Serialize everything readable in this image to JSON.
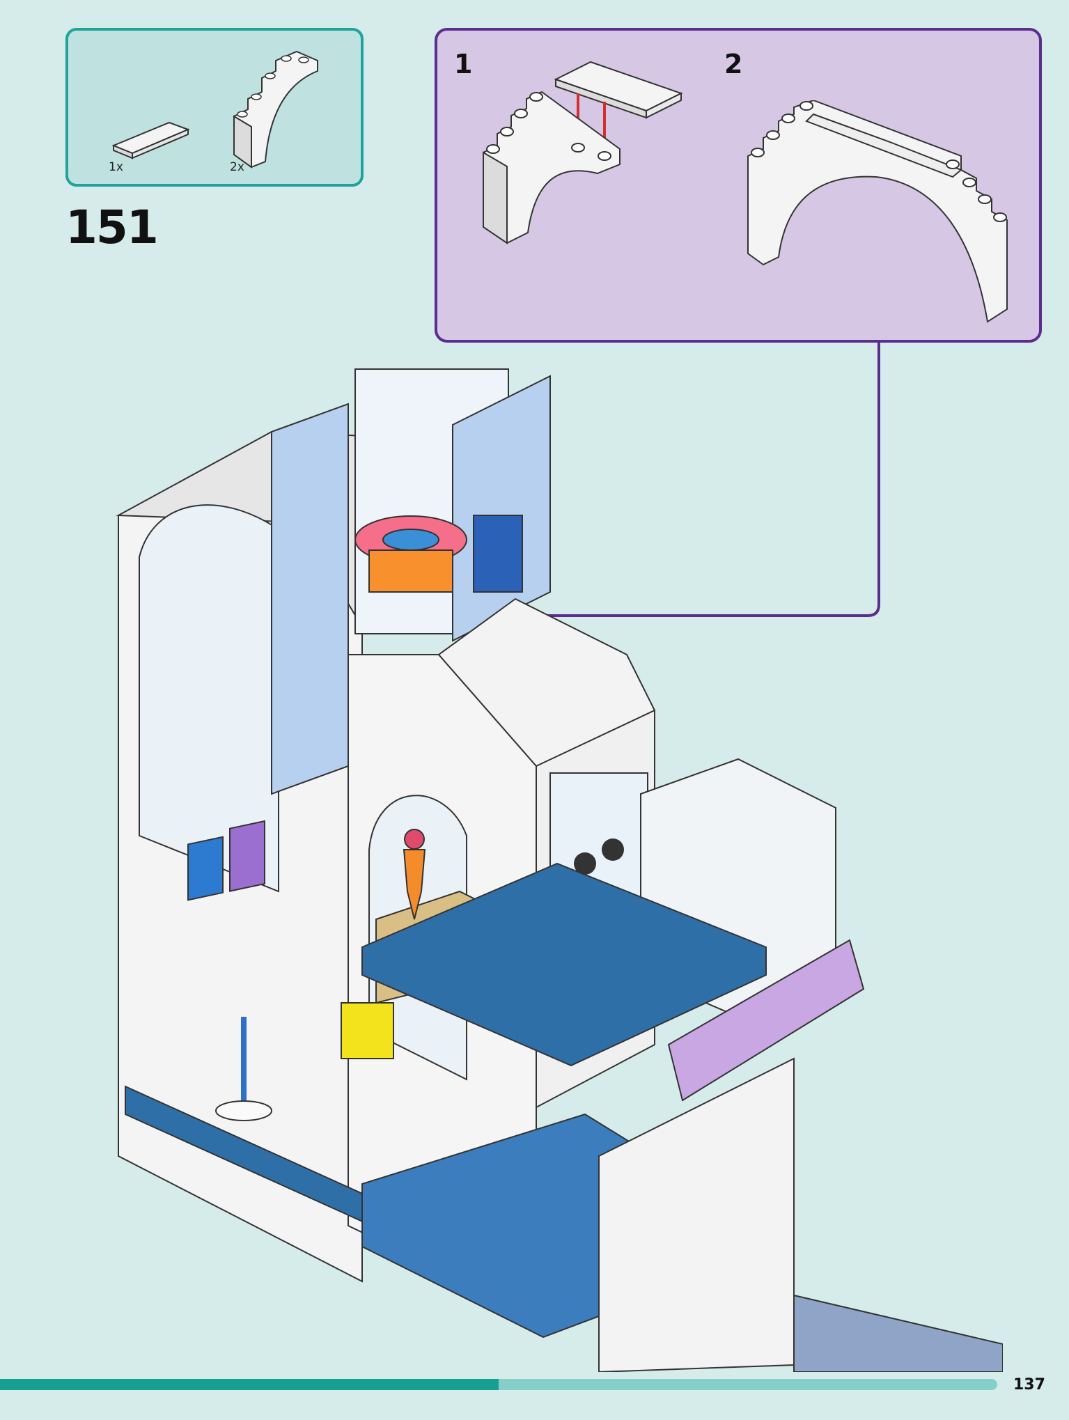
{
  "parts_box": {
    "parts": [
      {
        "icon": "plate-1x4-white-icon",
        "quantity": "1x"
      },
      {
        "icon": "arch-brick-white-icon",
        "quantity": "2x"
      }
    ]
  },
  "step": {
    "number": "151"
  },
  "sub_assembly": {
    "steps": [
      {
        "label": "1"
      },
      {
        "label": "2"
      }
    ]
  },
  "footer": {
    "page_number": "137",
    "progress_fraction": 0.5
  },
  "colors": {
    "background": "#d6ecea",
    "parts_box_border": "#1fa39b",
    "sub_box_border": "#5b2d8e",
    "sub_box_fill": "#d6c7e5",
    "progress_fill": "#16a094",
    "progress_track": "#86cfc9",
    "arrow_red": "#d32f2f"
  }
}
